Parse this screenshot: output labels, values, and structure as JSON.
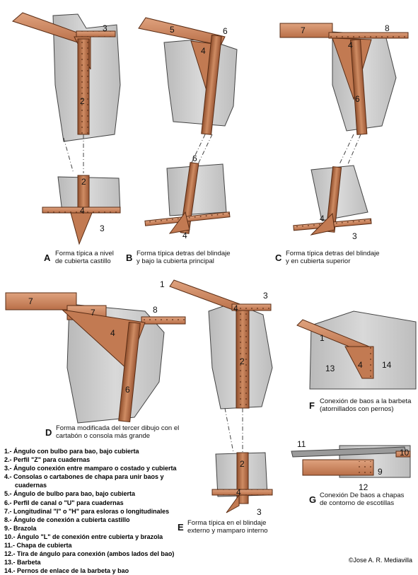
{
  "captions": {
    "A": {
      "letter": "A",
      "text": [
        "Forma típica a nivel",
        "de cubierta castillo"
      ]
    },
    "B": {
      "letter": "B",
      "text": [
        "Forma típica detras del blindaje",
        "y bajo la cubierta principal"
      ]
    },
    "C": {
      "letter": "C",
      "text": [
        "Forma típica detras del blindaje",
        "y en cubierta superior"
      ]
    },
    "D": {
      "letter": "D",
      "text": [
        "Forma modificada del tercer dibujo con el",
        "cartabón o consola más grande"
      ]
    },
    "E": {
      "letter": "E",
      "text": [
        "Forma típica en el blindaje",
        "externo y mamparo interno"
      ]
    },
    "F": {
      "letter": "F",
      "text": [
        "Conexión de baos a la barbeta",
        "(atornillados con pernos)"
      ]
    },
    "G": {
      "letter": "G",
      "text": [
        "Conexión De baos a chapas",
        "de contorno de escotillas"
      ]
    }
  },
  "legend": [
    "1.- Ángulo con bulbo para bao, bajo cubierta",
    "2.- Perfil \"Z\" para cuadernas",
    "3.- Ángulo conexión entre mamparo o costado y cubierta",
    "4.- Consolas o cartabones de chapa para unir baos y",
    "      cuadernas",
    "5.- Ángulo de bulbo para bao, bajo cubierta",
    "6.- Perfil de canal o \"U\" para cuadernas",
    "7.- Longitudinal \"I\" o \"H\" para esloras o longitudinales",
    "8.- Ángulo de conexión a cubierta castillo",
    "9.- Brazola",
    "10.- Ángulo \"L\" de conexión entre cubierta y brazola",
    "11.- Chapa de cubierta",
    "12.- Tira de ángulo para conexión (ambos lados del bao)",
    "13.- Barbeta",
    "14.- Pernos de enlace de la barbeta y bao"
  ],
  "labels": {
    "n1": "1",
    "n2": "2",
    "n3": "3",
    "n4": "4",
    "n5": "5",
    "n6": "6",
    "n7": "7",
    "n8": "8",
    "n9": "9",
    "n10": "10",
    "n11": "11",
    "n12": "12",
    "n13": "13",
    "n14": "14"
  },
  "copyright": "©Jose A. R. Mediavilla",
  "colors": {
    "steel": "#c8805a",
    "steel_dark": "#8a4a2a",
    "steel_light": "#dfa27e",
    "plate": "#cccccc",
    "plate_edge": "#444444"
  }
}
